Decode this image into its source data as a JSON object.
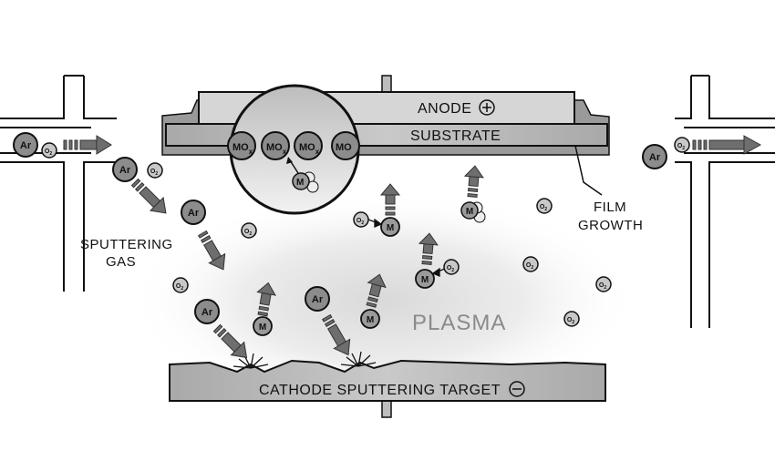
{
  "labels": {
    "anode": "ANODE",
    "substrate": "SUBSTRATE",
    "cathode": "CATHODE SPUTTERING TARGET",
    "plasma": "PLASMA",
    "sputtering_gas": [
      "SPUTTERING",
      "GAS"
    ],
    "film_growth": [
      "FILM",
      "GROWTH"
    ],
    "anode_sign": "+",
    "cathode_sign": "−"
  },
  "particles": {
    "argon": "Ar",
    "oxygen": "O",
    "oxygen_sub": "2",
    "metal": "M",
    "oxide_base": "MO",
    "oxide_sub": "x",
    "oxide_plain": "MO"
  },
  "colors": {
    "ink": "#111111",
    "anode_fill": "#d6d6d6",
    "plate_fill": "#bdbdbd",
    "particle_fill": "#8c8c8c",
    "small_particle_fill": "#c8c8c8",
    "arrow_fill": "#6e6e6e",
    "plasma_text": "#8a8a8a"
  }
}
